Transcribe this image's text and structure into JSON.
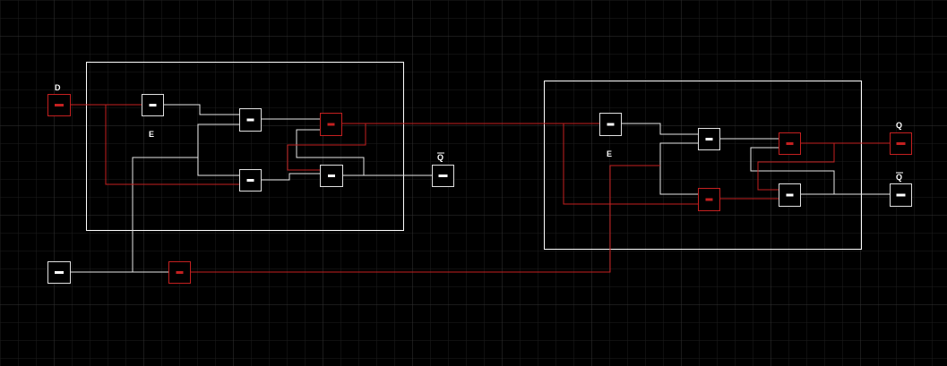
{
  "labels": {
    "input_d": "D",
    "module1_enable": "E",
    "module1_output_qbar": "Q",
    "module2_enable": "E",
    "module2_output_q": "Q",
    "module2_output_qbar": "Q"
  },
  "colors": {
    "background": "#000000",
    "grid": "#2a2a2a",
    "wire_low": "#e0e0e0",
    "wire_high": "#c42020",
    "module_border": "#ffffff"
  },
  "icons": {
    "gate": "logic-gate-icon",
    "switch": "input-switch-icon",
    "probe": "output-probe-icon"
  },
  "circuit": {
    "module_count": 2,
    "nodes": [
      {
        "id": "input-d",
        "kind": "input-switch",
        "state": "high"
      },
      {
        "id": "input-clock",
        "kind": "input-switch",
        "state": "low"
      },
      {
        "id": "clock-inverter",
        "kind": "gate",
        "state": "high"
      },
      {
        "id": "m1-inverter",
        "kind": "gate",
        "state": "low"
      },
      {
        "id": "m1-nand-top",
        "kind": "gate",
        "state": "low"
      },
      {
        "id": "m1-nand-bottom",
        "kind": "gate",
        "state": "low"
      },
      {
        "id": "m1-latch-top",
        "kind": "gate",
        "state": "high"
      },
      {
        "id": "m1-latch-bottom",
        "kind": "gate",
        "state": "low"
      },
      {
        "id": "m1-qbar-probe",
        "kind": "output-probe",
        "state": "low"
      },
      {
        "id": "m2-inverter",
        "kind": "gate",
        "state": "low"
      },
      {
        "id": "m2-nand-top",
        "kind": "gate",
        "state": "low"
      },
      {
        "id": "m2-nand-bottom",
        "kind": "gate",
        "state": "high"
      },
      {
        "id": "m2-latch-top",
        "kind": "gate",
        "state": "high"
      },
      {
        "id": "m2-latch-bottom",
        "kind": "gate",
        "state": "low"
      },
      {
        "id": "m2-q-probe",
        "kind": "output-probe",
        "state": "high"
      },
      {
        "id": "m2-qbar-probe",
        "kind": "output-probe",
        "state": "low"
      }
    ]
  }
}
